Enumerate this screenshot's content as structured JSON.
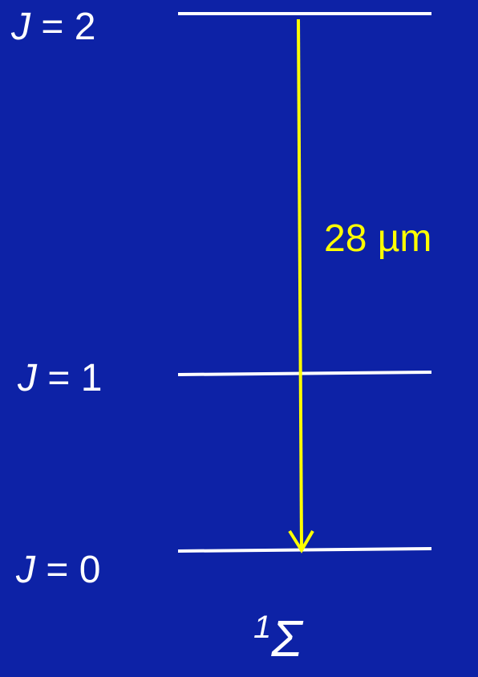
{
  "levels": [
    {
      "symbol": "J",
      "equals": " = ",
      "value": "2"
    },
    {
      "symbol": "J",
      "equals": " = ",
      "value": "1"
    },
    {
      "symbol": "J",
      "equals": " = ",
      "value": "0"
    }
  ],
  "transition": {
    "label": "28 µm",
    "from_level": "J = 2",
    "to_level": "J = 0"
  },
  "term_symbol": {
    "superscript": "1",
    "symbol": "Σ"
  },
  "colors": {
    "background": "#0d22a6",
    "level_line": "#ffffff",
    "arrow": "#ffff00",
    "text": "#ffffff",
    "transition_text": "#ffff00"
  }
}
